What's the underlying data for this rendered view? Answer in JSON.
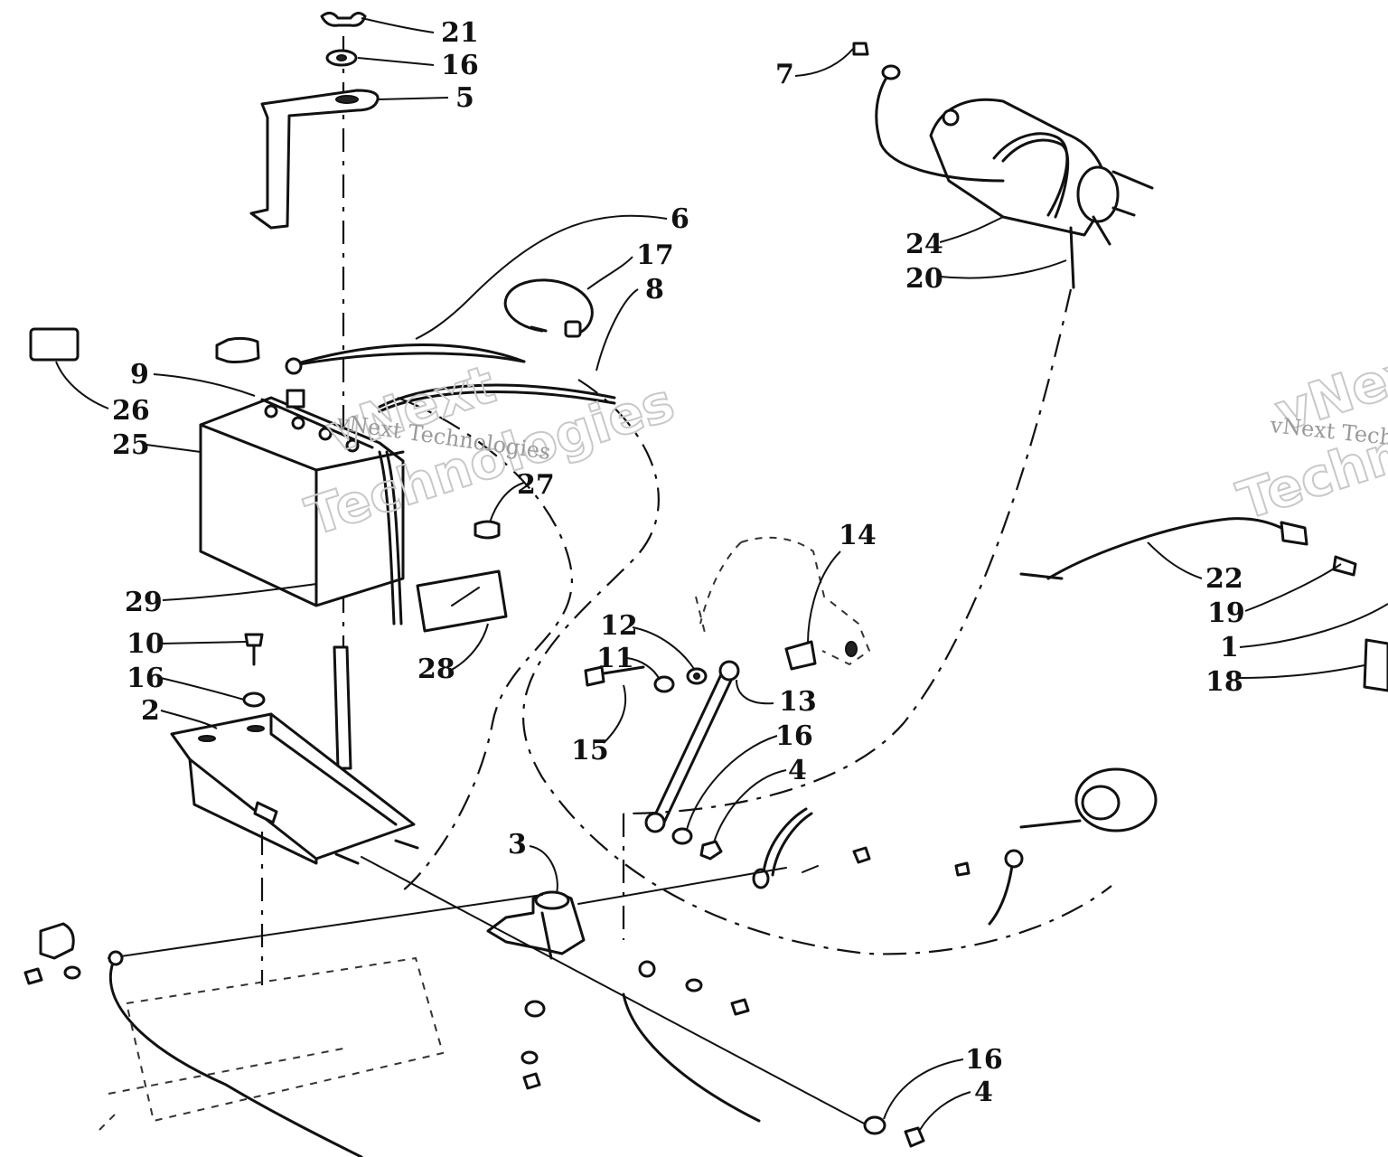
{
  "watermark": {
    "line1": "vNext",
    "line2": "Technologies",
    "inline": "vNext Technologies"
  },
  "callouts": {
    "c21": "21",
    "c16a": "16",
    "c5": "5",
    "c7": "7",
    "c6": "6",
    "c17": "17",
    "c8": "8",
    "c24": "24",
    "c20": "20",
    "c9": "9",
    "c26": "26",
    "c25": "25",
    "c27": "27",
    "c29": "29",
    "c28": "28",
    "c14": "14",
    "c22": "22",
    "c19": "19",
    "c1": "1",
    "c18": "18",
    "c12": "12",
    "c11": "11",
    "c13": "13",
    "c15": "15",
    "c16b": "16",
    "c4a": "4",
    "c10": "10",
    "c16c": "16",
    "c2": "2",
    "c3": "3",
    "c16d": "16",
    "c4b": "4"
  }
}
